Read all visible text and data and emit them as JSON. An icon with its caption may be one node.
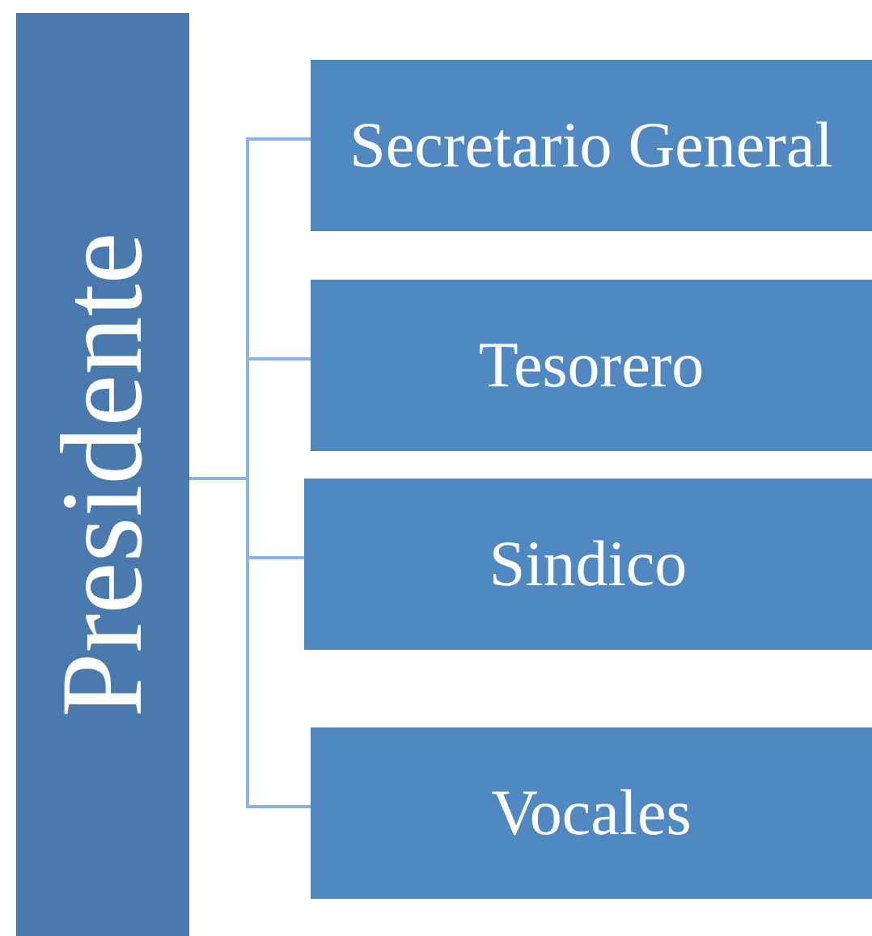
{
  "diagram": {
    "nodes": [
      {
        "text": [
          "Presidente"
        ]
      },
      {
        "text": [
          "Secretario General"
        ]
      },
      {
        "text": [
          "Tesorero"
        ]
      },
      {
        "text": [
          "Sindico"
        ]
      },
      {
        "text": [
          "Vocales"
        ]
      }
    ],
    "edges": [
      {
        "from": 0,
        "to": 1,
        "arrow": "none"
      },
      {
        "from": 0,
        "to": 2,
        "arrow": "none"
      },
      {
        "from": 0,
        "to": 3,
        "arrow": "none"
      },
      {
        "from": 0,
        "to": 4,
        "arrow": "none"
      }
    ]
  }
}
